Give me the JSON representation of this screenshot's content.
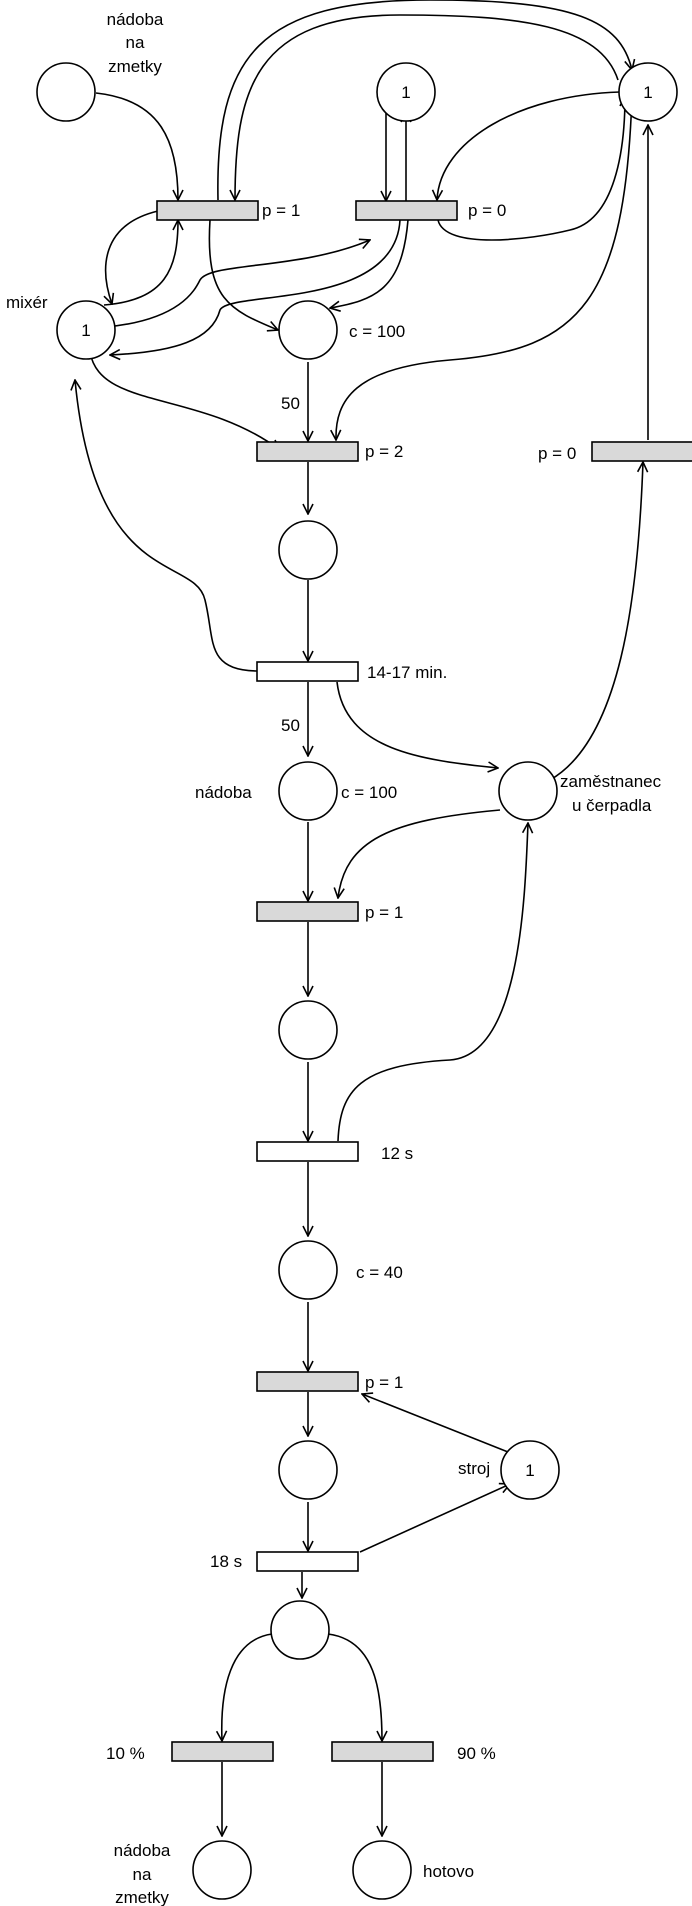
{
  "places": {
    "p_scrap_top": {
      "label": [
        "nádoba",
        "na",
        "zmetky"
      ],
      "tokens": ""
    },
    "p_top1": {
      "label": [],
      "tokens": "1"
    },
    "p_top2": {
      "label": [],
      "tokens": "1"
    },
    "p_mixer": {
      "label": [
        "mixér"
      ],
      "tokens": "1"
    },
    "p_c100_a": {
      "label": [
        "c = 100"
      ],
      "tokens": ""
    },
    "p_after_p2": {
      "label": [],
      "tokens": ""
    },
    "p_nadoba": {
      "label": [
        "nádoba",
        "c = 100"
      ],
      "tokens": ""
    },
    "p_worker": {
      "label": [
        "zaměstnanec",
        "u čerpadla"
      ],
      "tokens": ""
    },
    "p_after_p1b": {
      "label": [],
      "tokens": ""
    },
    "p_c40": {
      "label": [
        "c = 40"
      ],
      "tokens": ""
    },
    "p_after_p1c": {
      "label": [],
      "tokens": ""
    },
    "p_stroj": {
      "label": [
        "stroj"
      ],
      "tokens": "1"
    },
    "p_after_18s": {
      "label": [],
      "tokens": ""
    },
    "p_scrap_bottom": {
      "label": [
        "nádoba",
        "na",
        "zmetky"
      ],
      "tokens": ""
    },
    "p_done": {
      "label": [
        "hotovo"
      ],
      "tokens": ""
    }
  },
  "transitions": {
    "t_p1_top": {
      "label": "p = 1",
      "kind": "immediate"
    },
    "t_p0_top": {
      "label": "p = 0",
      "kind": "immediate"
    },
    "t_p2": {
      "label": "p = 2",
      "kind": "immediate"
    },
    "t_p0_right": {
      "label": "p = 0",
      "kind": "immediate"
    },
    "t_1417": {
      "label": "14-17 min.",
      "kind": "timed"
    },
    "t_p1_mid": {
      "label": "p = 1",
      "kind": "immediate"
    },
    "t_12s": {
      "label": "12 s",
      "kind": "timed"
    },
    "t_p1_low": {
      "label": "p = 1",
      "kind": "immediate"
    },
    "t_18s": {
      "label": "18 s",
      "kind": "timed"
    },
    "t_10": {
      "label": "10 %",
      "kind": "immediate"
    },
    "t_90": {
      "label": "90 %",
      "kind": "immediate"
    }
  },
  "arc_weights": {
    "w_mixer_p2": "50",
    "w_1417_nadoba": "50"
  }
}
